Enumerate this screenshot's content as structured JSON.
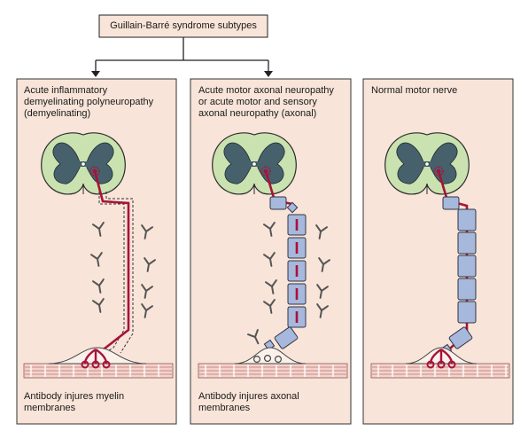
{
  "title": "Guillain-Barré syndrome subtypes",
  "panels": [
    {
      "id": "aidp",
      "heading": "Acute inflammatory\ndemyelinating polyneuropathy\n(demyelinating)",
      "caption": "Antibody injures myelin\nmembranes"
    },
    {
      "id": "aman",
      "heading": "Acute motor axonal neuropathy\nor acute motor and sensory\naxonal neuropathy (axonal)",
      "caption": "Antibody injures axonal\nmembranes"
    },
    {
      "id": "normal",
      "heading": "Normal motor nerve",
      "caption": ""
    }
  ],
  "colors": {
    "panel_bg": "#f8e4d8",
    "cord_outer": "#c9e2b0",
    "cord_gray": "#46616c",
    "axon": "#a8123a",
    "myelin": "#a6b8dc",
    "muscle": "#d9a29c"
  }
}
